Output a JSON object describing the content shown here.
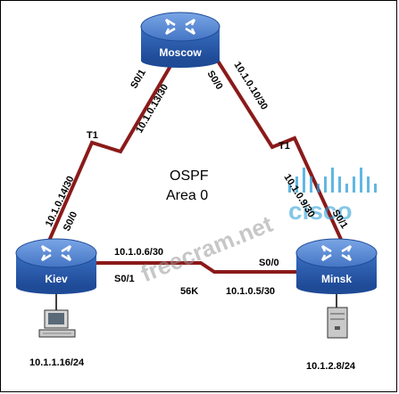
{
  "routers": {
    "moscow": {
      "name": "Moscow"
    },
    "kiev": {
      "name": "Kiev"
    },
    "minsk": {
      "name": "Minsk"
    }
  },
  "links": {
    "moscow_kiev": {
      "type": "T1",
      "moscow_interface": "S0/1",
      "moscow_ip": "10.1.0.13/30",
      "kiev_interface": "S0/0",
      "kiev_ip": "10.1.0.14/30"
    },
    "moscow_minsk": {
      "type": "T1",
      "moscow_interface": "S0/0",
      "moscow_ip": "10.1.0.10/30",
      "minsk_interface": "S0/1",
      "minsk_ip": "10.1.0.9/30"
    },
    "kiev_minsk": {
      "type": "56K",
      "kiev_interface": "S0/1",
      "kiev_ip": "10.1.0.6/30",
      "minsk_interface": "S0/0",
      "minsk_ip": "10.1.0.5/30"
    }
  },
  "ospf": {
    "line1": "OSPF",
    "line2": "Area 0"
  },
  "hosts": {
    "pc": {
      "ip": "10.1.1.16/24"
    },
    "server": {
      "ip": "10.1.2.8/24"
    }
  },
  "watermark": {
    "text": "freecram.net",
    "logo_text": "cisco"
  },
  "colors": {
    "serial_link": "#8b1a1a",
    "router_body": "#2f62b5",
    "router_top": "#5d8fd6",
    "watermark_blue": "#1f9ad6"
  }
}
